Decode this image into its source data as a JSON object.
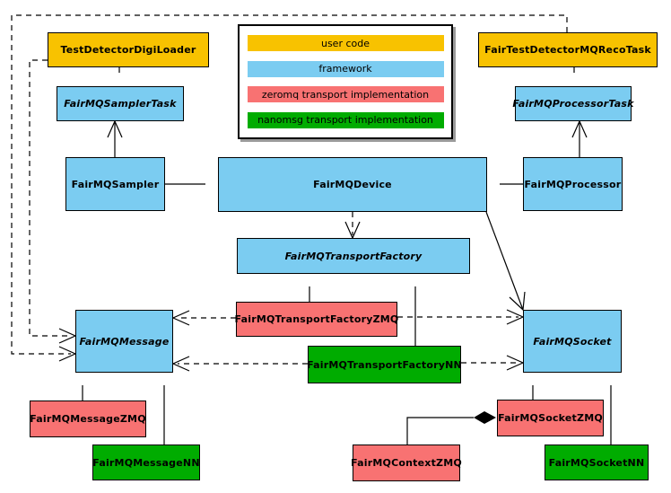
{
  "colors": {
    "user_code": "#F8C200",
    "framework": "#7BCCF1",
    "zeromq": "#F87272",
    "nanomsg": "#00AC00",
    "edge": "#000000",
    "legend_shadow": "#9A9A9A"
  },
  "legend": {
    "items": [
      {
        "label": "user code",
        "role": "user_code"
      },
      {
        "label": "framework",
        "role": "framework"
      },
      {
        "label": "zeromq transport implementation",
        "role": "zeromq"
      },
      {
        "label": "nanomsg transport implementation",
        "role": "nanomsg"
      }
    ]
  },
  "nodes": {
    "testDetectorDigiLoader": {
      "label": "TestDetectorDigiLoader",
      "role": "user_code",
      "abstract": false
    },
    "fairTestDetectorMQRecoTask": {
      "label": "FairTestDetectorMQRecoTask",
      "role": "user_code",
      "abstract": false
    },
    "fairMQSamplerTask": {
      "label": "FairMQSamplerTask",
      "role": "framework",
      "abstract": true
    },
    "fairMQProcessorTask": {
      "label": "FairMQProcessorTask",
      "role": "framework",
      "abstract": true
    },
    "fairMQSampler": {
      "label": "FairMQSampler",
      "role": "framework",
      "abstract": false
    },
    "fairMQDevice": {
      "label": "FairMQDevice",
      "role": "framework",
      "abstract": false
    },
    "fairMQProcessor": {
      "label": "FairMQProcessor",
      "role": "framework",
      "abstract": false
    },
    "fairMQTransportFactory": {
      "label": "FairMQTransportFactory",
      "role": "framework",
      "abstract": true
    },
    "fairMQTransportFactoryZMQ": {
      "label": "FairMQTransportFactoryZMQ",
      "role": "zeromq",
      "abstract": false
    },
    "fairMQTransportFactoryNN": {
      "label": "FairMQTransportFactoryNN",
      "role": "nanomsg",
      "abstract": false
    },
    "fairMQMessage": {
      "label": "FairMQMessage",
      "role": "framework",
      "abstract": true
    },
    "fairMQSocket": {
      "label": "FairMQSocket",
      "role": "framework",
      "abstract": true
    },
    "fairMQMessageZMQ": {
      "label": "FairMQMessageZMQ",
      "role": "zeromq",
      "abstract": false
    },
    "fairMQMessageNN": {
      "label": "FairMQMessageNN",
      "role": "nanomsg",
      "abstract": false
    },
    "fairMQSocketZMQ": {
      "label": "FairMQSocketZMQ",
      "role": "zeromq",
      "abstract": false
    },
    "fairMQContextZMQ": {
      "label": "FairMQContextZMQ",
      "role": "zeromq",
      "abstract": false
    },
    "fairMQSocketNN": {
      "label": "FairMQSocketNN",
      "role": "nanomsg",
      "abstract": false
    }
  }
}
